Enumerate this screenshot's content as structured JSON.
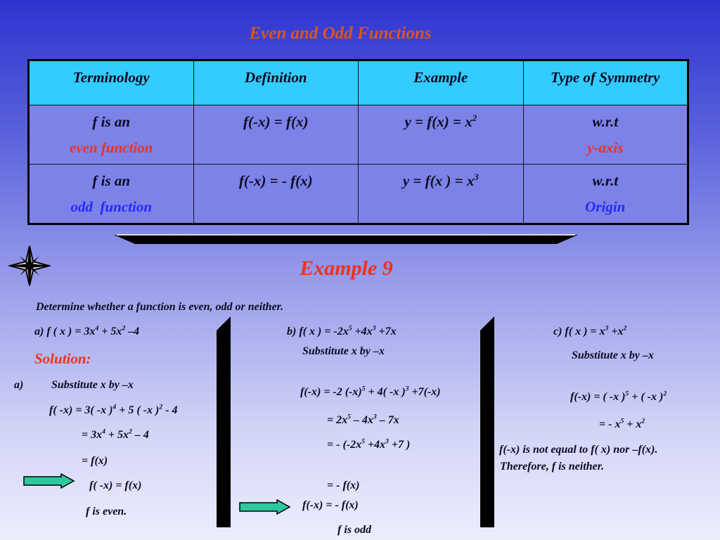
{
  "title": "Even and Odd Functions",
  "table": {
    "headers": [
      "Terminology",
      "Definition",
      "Example",
      "Type of Symmetry"
    ],
    "rows": [
      {
        "term_line1": "f is an",
        "term_line2": "even function",
        "definition": "f(-x) = f(x)",
        "example_base": "y = f(x) = x",
        "example_exp": "2",
        "symmetry_line1": "w.r.t",
        "symmetry_line2": "y-axis"
      },
      {
        "term_line1": "f is an",
        "term_line2": "odd  function",
        "definition": "f(-x) = - f(x)",
        "example_base": "y = f(x ) = x",
        "example_exp": "3",
        "symmetry_line1": "w.r.t",
        "symmetry_line2": "Origin"
      }
    ]
  },
  "icons": {
    "compass": "compass-star-icon",
    "arrow": "right-arrow-icon"
  },
  "colors": {
    "title": "#d7561d",
    "highlight": "#f0311a",
    "odd": "#2828ff",
    "header_bg": "#33ccff",
    "row_bg": "#7d82e8"
  },
  "example": {
    "heading": "Example 9",
    "prompt": "Determine whether a function is even, odd or neither.",
    "solution_label": "Solution:",
    "part_a": {
      "label": "a)",
      "substitute": "Substitute x by –x",
      "conclusion": "f is even."
    },
    "part_b": {
      "substitute": "Substitute x by –x",
      "step2": "=  2x",
      "conclusion": "f is odd"
    },
    "part_c": {
      "substitute": "Substitute x by –x",
      "not_equal": "f(-x) is not equal to f( x) nor –f(x).",
      "therefore": "Therefore, f  is neither."
    }
  }
}
